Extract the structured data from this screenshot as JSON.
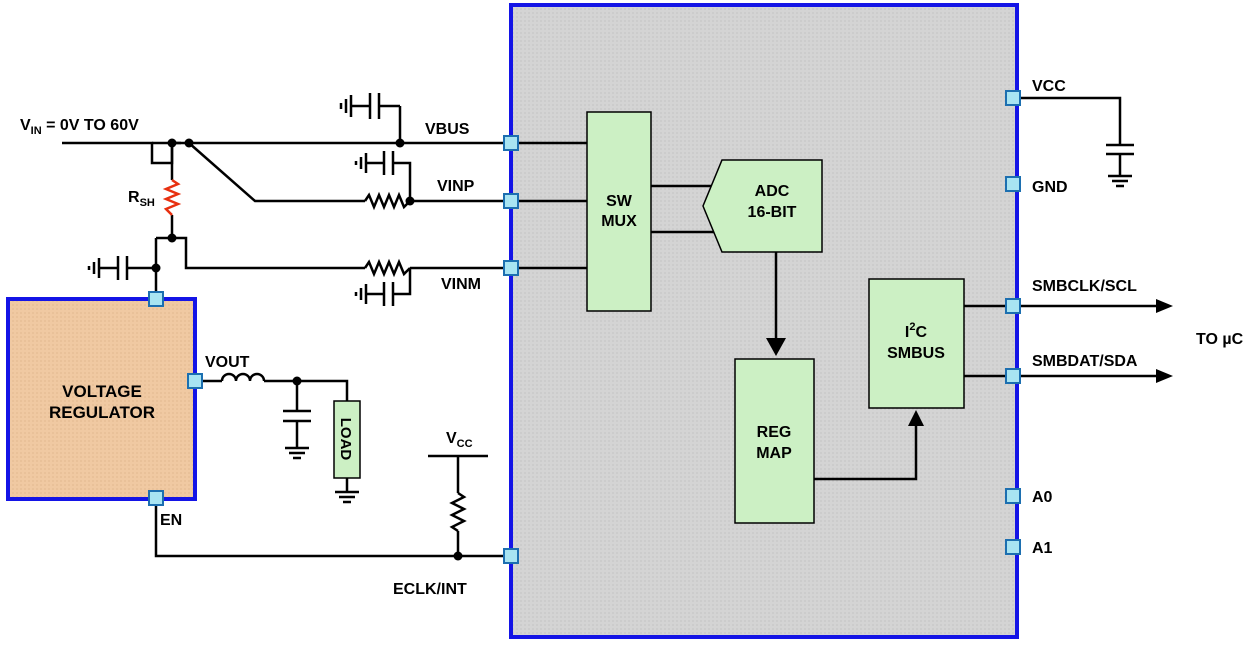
{
  "vin_label": {
    "main": "V",
    "sub": "IN",
    "rest": " = 0V TO 60V"
  },
  "rsh_label": {
    "main": "R",
    "sub": "SH"
  },
  "vcc_pullup_label": {
    "main": "V",
    "sub": "CC"
  },
  "pins": {
    "vbus": "VBUS",
    "vinp": "VINP",
    "vinm": "VINM",
    "eclk": "ECLK/INT",
    "vcc": "VCC",
    "gnd": "GND",
    "smbclk": "SMBCLK/SCL",
    "smbdat": "SMBDAT/SDA",
    "a0": "A0",
    "a1": "A1"
  },
  "blocks": {
    "mux": {
      "line1": "SW",
      "line2": "MUX"
    },
    "adc": {
      "line1": "ADC",
      "line2": "16-BIT"
    },
    "reg": {
      "line1": "REG",
      "line2": "MAP"
    },
    "i2c": {
      "line1a": "I",
      "line1sup": "2",
      "line1b": "C",
      "line2": "SMBUS"
    },
    "regulator": {
      "line1": "VOLTAGE",
      "line2": "REGULATOR"
    }
  },
  "regulator_pins": {
    "vout": "VOUT",
    "en": "EN"
  },
  "load_label": "LOAD",
  "to_uc": "TO µC",
  "colors": {
    "chip_border": "#1414e6",
    "chip_fill": "#d4d4d4",
    "block_fill": "#ccf0c4",
    "regulator_fill": "#f0c9a2",
    "pin_fill": "#a8e4f2",
    "shunt": "#e83010"
  }
}
